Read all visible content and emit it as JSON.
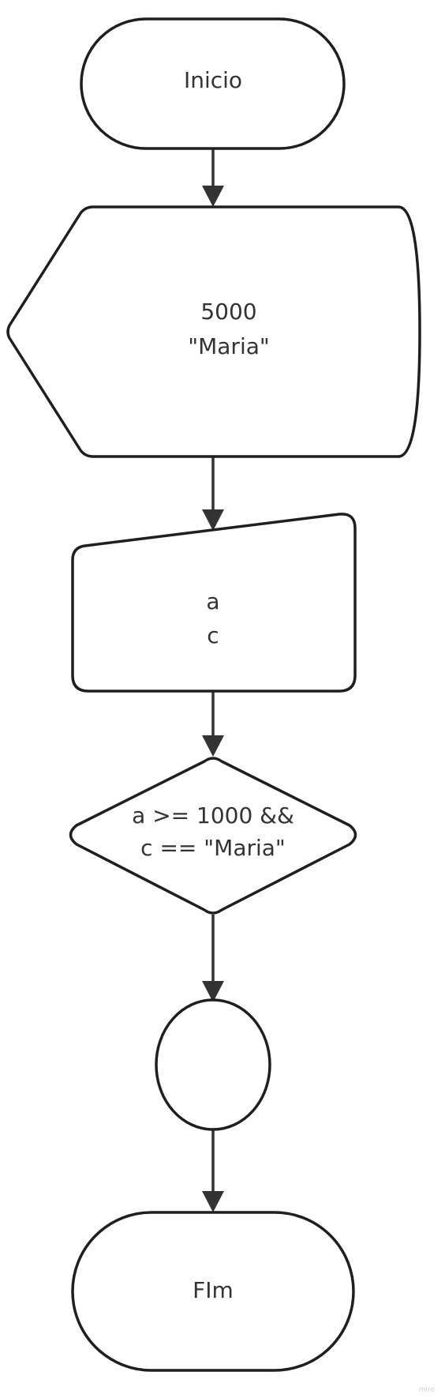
{
  "nodes": {
    "start": {
      "text": "Inicio"
    },
    "display": {
      "line1": "5000",
      "line2": "\"Maria\""
    },
    "input": {
      "line1": "a",
      "line2": "c"
    },
    "decision": {
      "line1": "a >= 1000 &&",
      "line2": "c == \"Maria\""
    },
    "connector": {
      "text": ""
    },
    "end": {
      "text": "FIm"
    }
  },
  "watermark": "miro",
  "colors": {
    "stroke": "#1f1f1f",
    "edge": "#333333",
    "text": "#333333",
    "fill": "#ffffff"
  }
}
